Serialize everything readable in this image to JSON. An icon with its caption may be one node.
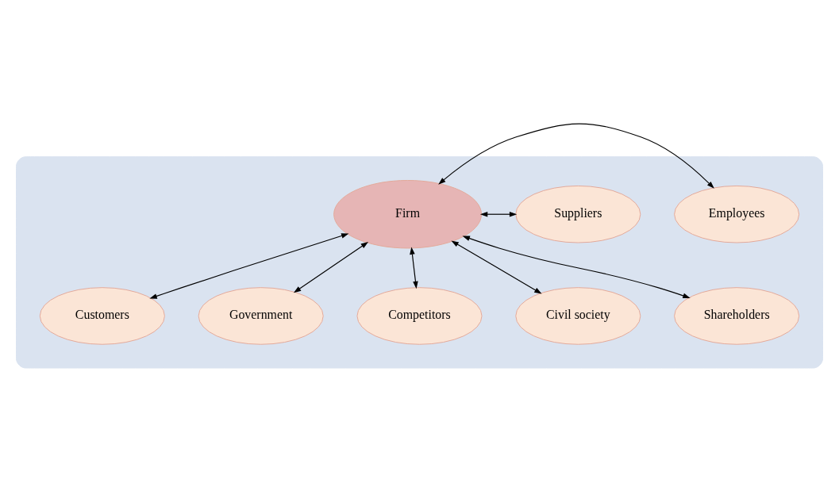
{
  "diagram": {
    "nodes": [
      {
        "text": [],
        "shape": "ellipse"
      },
      {
        "text": [
          "Customers"
        ],
        "in": 0
      },
      {
        "text": [
          "Government"
        ],
        "in": 0
      },
      {
        "text": [
          "Competitors"
        ],
        "in": 0
      },
      {
        "text": [
          "Firm"
        ],
        "in": 0
      },
      {
        "text": [
          "Employees"
        ],
        "in": 0
      },
      {
        "text": [
          "Suppliers"
        ],
        "in": 0
      },
      {
        "text": [
          "Civil society"
        ],
        "in": 0
      },
      {
        "text": [
          "Shareholders"
        ],
        "in": 0
      }
    ],
    "edges": [
      {
        "from": 4,
        "to": 1,
        "arrow": "both"
      },
      {
        "from": 4,
        "to": 2,
        "arrow": "both"
      },
      {
        "from": 4,
        "to": 3,
        "arrow": "both"
      },
      {
        "from": 4,
        "to": 5,
        "arrow": "both"
      },
      {
        "from": 4,
        "to": 6,
        "arrow": "both"
      },
      {
        "from": 4,
        "to": 7,
        "arrow": "both"
      },
      {
        "from": 4,
        "to": 8,
        "arrow": "both"
      }
    ]
  }
}
